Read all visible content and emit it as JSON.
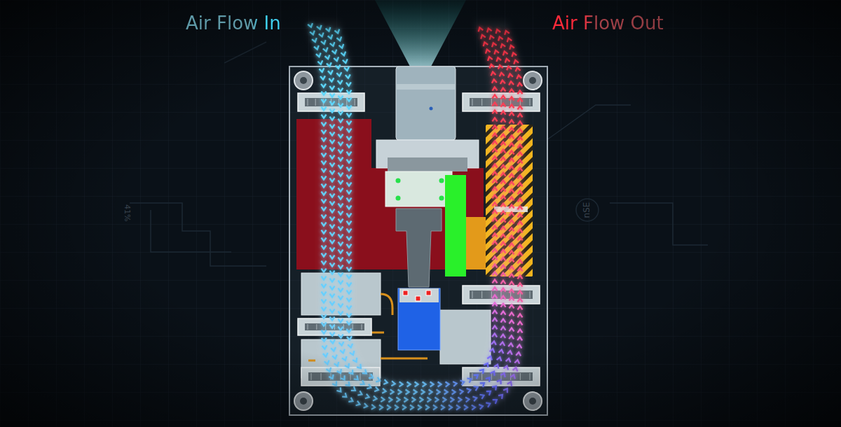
{
  "diagram": {
    "labels": [
      "Air Flow In",
      "Air Flow Out",
      "41%",
      "nSE"
    ]
  }
}
